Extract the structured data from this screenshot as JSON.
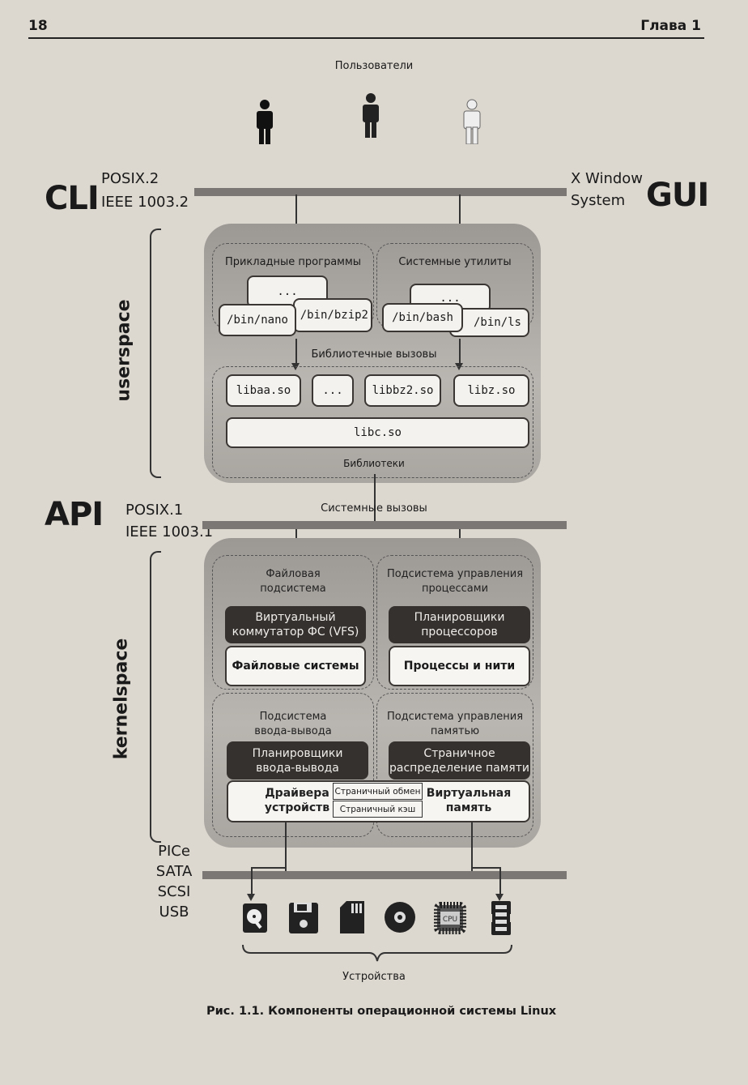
{
  "header": {
    "page_number": "18",
    "chapter": "Глава 1"
  },
  "users": {
    "title": "Пользователи"
  },
  "left_labels": {
    "cli": "CLI",
    "posix2": "POSIX.2",
    "ieee2": "IEEE 1003.2",
    "api": "API",
    "posix1": "POSIX.1",
    "ieee1": "IEEE 1003.1",
    "bus": [
      "PICe",
      "SATA SCSI",
      "USB"
    ]
  },
  "right_labels": {
    "xwindow": [
      "X Window",
      "System"
    ],
    "gui": "GUI"
  },
  "userspace": {
    "label": "userspace",
    "apps_title": "Прикладные программы",
    "utils_title": "Системные утилиты",
    "apps": [
      "...",
      "/bin/bzip2",
      "/bin/nano"
    ],
    "utils": [
      "...",
      "/bin/ls",
      "/bin/bash"
    ],
    "lib_calls": "Библиотечные вызовы",
    "libs": [
      "libaa.so",
      "...",
      "libbz2.so",
      "libz.so"
    ],
    "libc": "libc.so",
    "libs_title": "Библиотеки"
  },
  "syscalls": "Системные вызовы",
  "kernelspace": {
    "label": "kernelspace",
    "fs": {
      "title": [
        "Файловая",
        "подсистема"
      ],
      "dark": [
        "Виртуальный",
        "коммутатор ФС (VFS)"
      ],
      "light": "Файловые системы"
    },
    "proc": {
      "title": [
        "Подсистема управления",
        "процессами"
      ],
      "dark": [
        "Планировщики",
        "процессоров"
      ],
      "light": "Процессы и нити"
    },
    "io": {
      "title": [
        "Подсистема",
        "ввода-вывода"
      ],
      "dark": [
        "Планировщики",
        "ввода-вывода"
      ],
      "light": [
        "Драйвера",
        "устройств"
      ]
    },
    "mem": {
      "title": [
        "Подсистема управления",
        "памятью"
      ],
      "dark": [
        "Страничное",
        "распределение памяти"
      ],
      "light": [
        "Виртуальная",
        "память"
      ]
    },
    "swap": "Страничный обмен",
    "cache": "Страничный кэш"
  },
  "devices": {
    "title": "Устройства",
    "icons": [
      "hard-disk-icon",
      "floppy-disk-icon",
      "sd-card-icon",
      "optical-disc-icon",
      "cpu-icon",
      "memory-module-icon"
    ],
    "cpu_text": "CPU"
  },
  "caption": "Рис. 1.1. Компоненты операционной системы Linux"
}
